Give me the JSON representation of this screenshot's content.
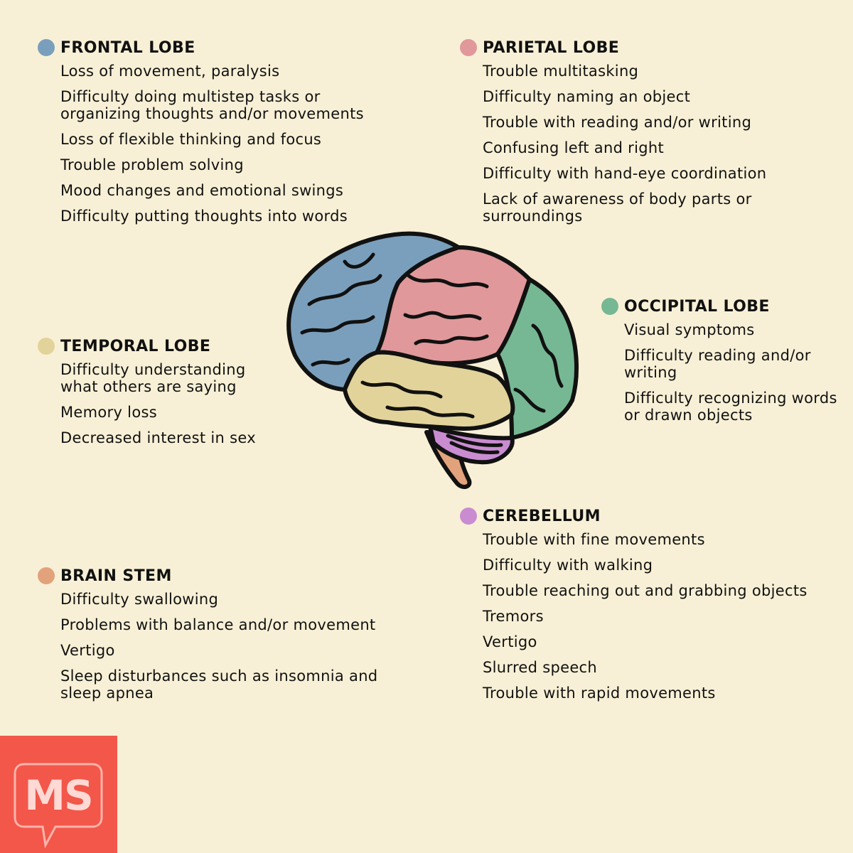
{
  "colors": {
    "background": "#f8f0d6",
    "frontal": "#7a9fbc",
    "parietal": "#e0989a",
    "occipital": "#76b893",
    "temporal": "#e2d39a",
    "brain_stem": "#e2a27c",
    "cerebellum": "#c98cd1",
    "logo": "#f2574a"
  },
  "sections": {
    "frontal": {
      "title": "FRONTAL LOBE",
      "items": [
        "Loss of movement, paralysis",
        "Difficulty doing multistep tasks or organizing thoughts and/or movements",
        "Loss of flexible thinking and focus",
        "Trouble problem solving",
        "Mood changes and emotional swings",
        "Difficulty putting thoughts into words"
      ]
    },
    "parietal": {
      "title": "PARIETAL LOBE",
      "items": [
        "Trouble multitasking",
        "Difficulty naming an object",
        "Trouble with reading and/or writing",
        "Confusing left and right",
        "Difficulty with hand-eye coordination",
        "Lack of awareness of body parts or surroundings"
      ]
    },
    "occipital": {
      "title": "OCCIPITAL LOBE",
      "items": [
        "Visual symptoms",
        "Difficulty reading and/or writing",
        "Difficulty recognizing words or drawn objects"
      ]
    },
    "temporal": {
      "title": "TEMPORAL LOBE",
      "items": [
        "Difficulty understanding what others are saying",
        "Memory loss",
        "Decreased interest in sex"
      ]
    },
    "brain_stem": {
      "title": "BRAIN STEM",
      "items": [
        "Difficulty swallowing",
        "Problems with balance and/or movement",
        "Vertigo",
        "Sleep disturbances such as insomnia and sleep apnea"
      ]
    },
    "cerebellum": {
      "title": "CEREBELLUM",
      "items": [
        "Trouble with fine movements",
        "Difficulty with walking",
        "Trouble reaching out and grabbing objects",
        "Tremors",
        "Vertigo",
        "Slurred speech",
        "Trouble with rapid movements"
      ]
    }
  },
  "logo": {
    "text": "MS"
  }
}
